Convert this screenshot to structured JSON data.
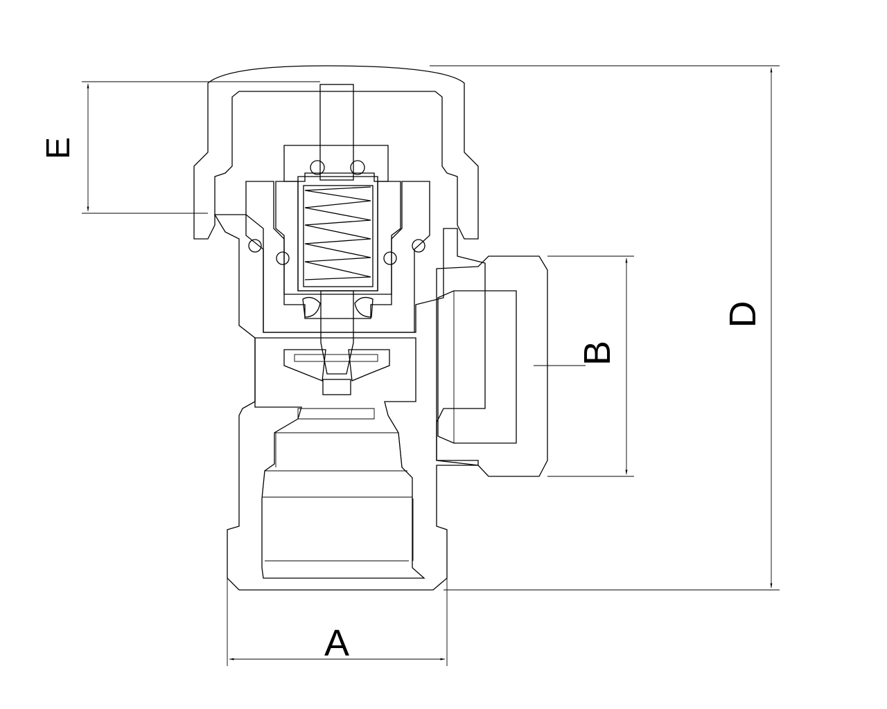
{
  "drawing": {
    "description": "",
    "dimension_labels": {
      "a": "A",
      "b": "B",
      "d": "D",
      "e": "E"
    },
    "colors": {
      "line": "#000000",
      "background": "#ffffff"
    }
  }
}
